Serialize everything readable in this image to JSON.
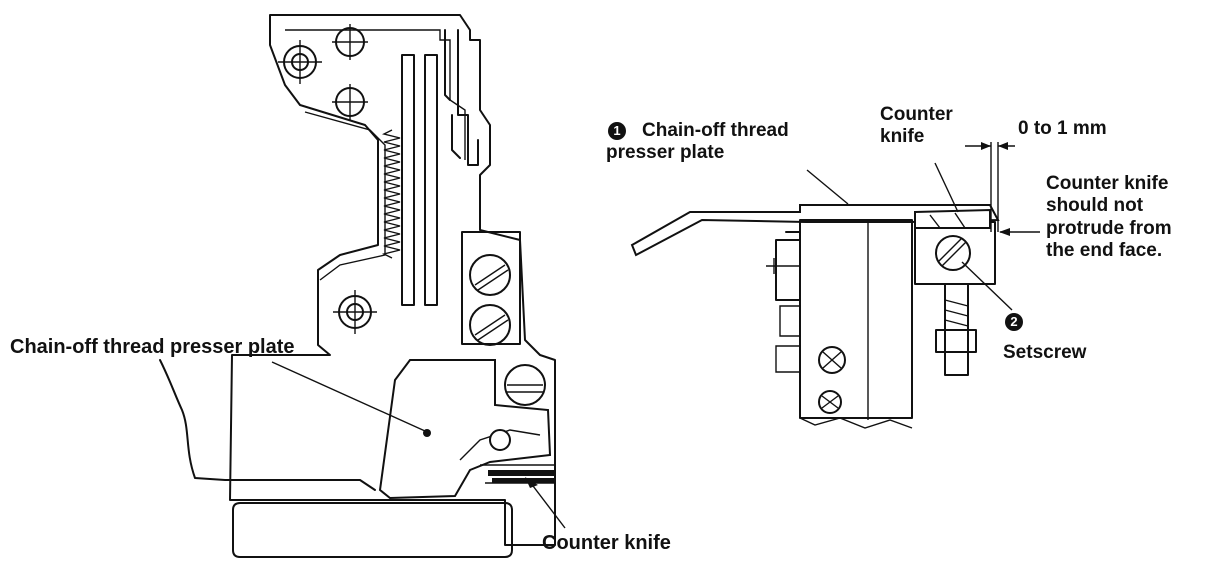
{
  "left_view": {
    "label_chain_off_plate": "Chain-off thread presser plate",
    "label_counter_knife": "Counter knife"
  },
  "right_view": {
    "marker_1": "1",
    "label_chain_off_plate": "Chain-off thread\npresser plate",
    "label_counter_knife": "Counter\nknife",
    "label_clearance": "0 to 1 mm",
    "label_note": "Counter knife\nshould not\nprotrude from\nthe end face.",
    "marker_2": "2",
    "label_setscrew": "Setscrew"
  }
}
